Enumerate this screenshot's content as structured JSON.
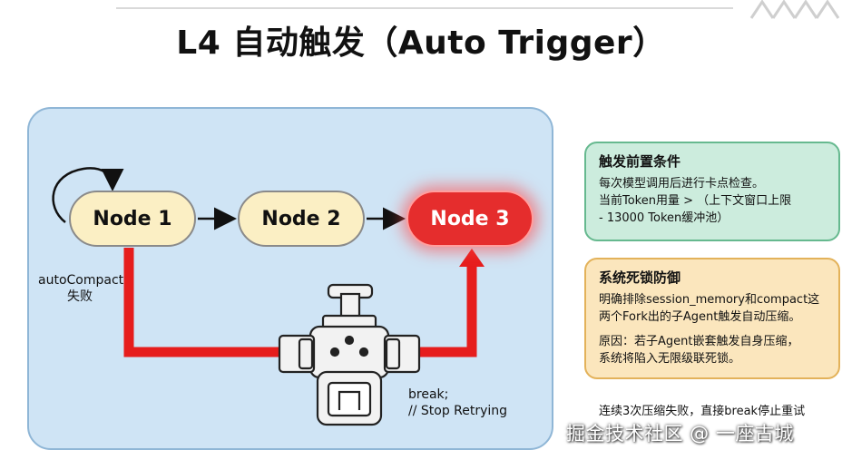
{
  "title": "L4 自动触发（Auto Trigger）",
  "diagram": {
    "nodes": [
      "Node 1",
      "Node 2",
      "Node 3"
    ],
    "auto_compact_label": [
      "autoCompact",
      "失败"
    ],
    "break_label": [
      "break;",
      "// Stop Retrying"
    ],
    "colors": {
      "background": "#cfe4f5",
      "node_fill": "#fbefc4",
      "active_node": "#e52d2d",
      "retry_path": "#e61d1d"
    }
  },
  "precondition_card": {
    "title": "触发前置条件",
    "lines": [
      "每次模型调用后进行卡点检查。",
      "当前Token用量 > （上下文窗口上限",
      "- 13000 Token缓冲池）"
    ]
  },
  "deadlock_card": {
    "title": "系统死锁防御",
    "lines": [
      "明确排除session_memory和compact这",
      "两个Fork出的子Agent触发自动压缩。"
    ],
    "reason_lines": [
      "原因：若子Agent嵌套触发自身压缩，",
      "系统将陷入无限级联死锁。"
    ]
  },
  "footnote": "连续3次压缩失败，直接break停止重试",
  "watermark": "掘金技术社区 @ 一座古城"
}
